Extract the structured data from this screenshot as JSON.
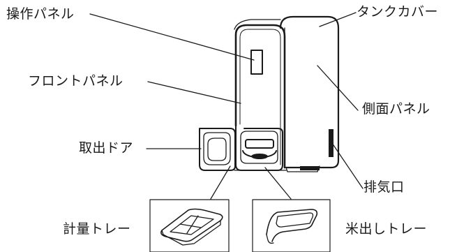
{
  "labels": {
    "operation_panel": "操作パネル",
    "tank_cover": "タンクカバー",
    "front_panel": "フロントパネル",
    "side_panel": "側面パネル",
    "takeout_door": "取出ドア",
    "exhaust_port": "排気口",
    "measuring_tray": "計量トレー",
    "rice_dispensing_tray": "米出しトレー"
  }
}
